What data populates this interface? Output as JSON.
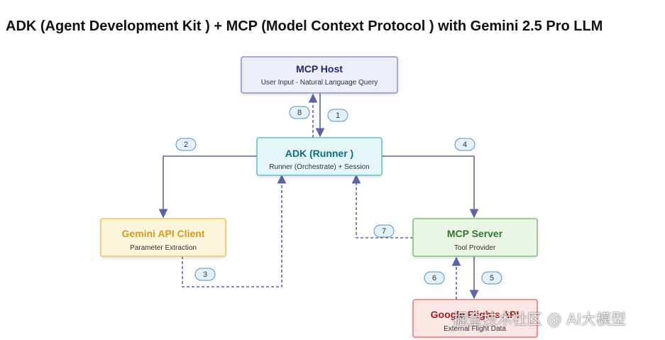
{
  "title": "ADK (Agent Development Kit ) + MCP (Model Context Protocol ) with Gemini 2.5 Pro LLM",
  "nodes": {
    "mcp_host": {
      "title": "MCP Host",
      "subtitle": "User Input - Natural Language Query",
      "fill": "#eceefa",
      "stroke": "#8891c9",
      "title_color": "#1f2a6b"
    },
    "adk_runner": {
      "title": "ADK (Runner )",
      "subtitle": "Runner (Orchestrate) + Session",
      "fill": "#e4f6f8",
      "stroke": "#5bbfcd",
      "title_color": "#0e6f78"
    },
    "gemini_client": {
      "title": "Gemini API Client",
      "subtitle": "Parameter Extraction",
      "fill": "#fdf6dc",
      "stroke": "#efc35a",
      "title_color": "#dc9a12"
    },
    "mcp_server": {
      "title": "MCP Server",
      "subtitle": "Tool Provider",
      "fill": "#eaf5e6",
      "stroke": "#7bbd74",
      "title_color": "#2f7a2b"
    },
    "google_api": {
      "title": "Google Flights API",
      "subtitle": "External Flight Data",
      "fill": "#fbe5e5",
      "stroke": "#e07a7a",
      "title_color": "#a81c1c"
    }
  },
  "steps": [
    "1",
    "2",
    "3",
    "4",
    "5",
    "6",
    "7",
    "8"
  ],
  "colors": {
    "arrow": "#5a63a8",
    "step_fill": "#e3f1fb",
    "step_stroke": "#5a8fc0"
  },
  "watermark": "掘金技术社区 @ AI大模型"
}
